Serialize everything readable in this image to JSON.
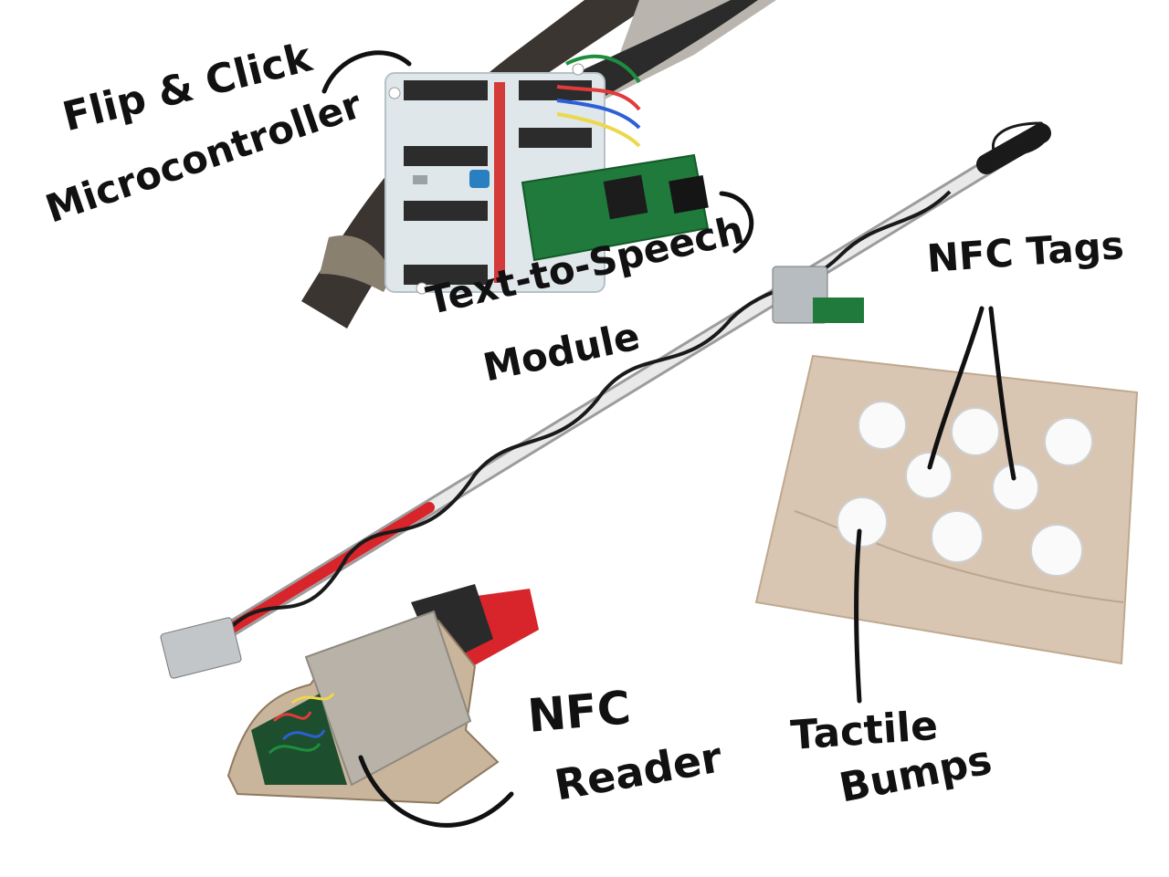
{
  "labels": {
    "flip_click_line1": "Flip & Click",
    "flip_click_line2": "Microcontroller",
    "tts_line1": "Text-to-Speech",
    "tts_line2": "Module",
    "nfc_tags": "NFC Tags",
    "nfc_reader_line1": "NFC",
    "nfc_reader_line2": "Reader",
    "tactile_line1": "Tactile",
    "tactile_line2": "Bumps"
  },
  "colors": {
    "board_teal": "#dfe7ea",
    "pcb_green": "#1f7a3c",
    "cane_red": "#d8242b",
    "cane_white": "#e9e9e9",
    "cardboard": "#d8c6b3",
    "tag_white": "#fafafa",
    "tape_gray": "#b8b2a8"
  }
}
